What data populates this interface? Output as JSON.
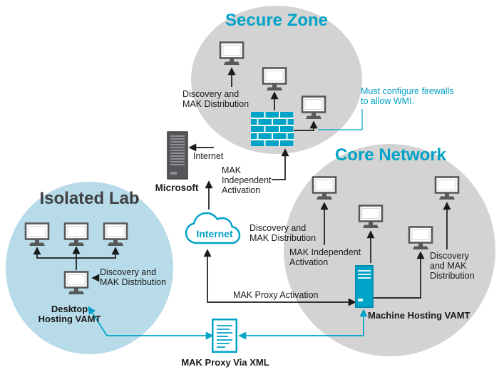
{
  "diagram": {
    "zones": {
      "secure": {
        "title": "Secure Zone"
      },
      "isolated": {
        "title": "Isolated Lab"
      },
      "core": {
        "title": "Core Network"
      }
    },
    "labels": {
      "secure_discovery": "Discovery and\nMAK Distribution",
      "wmi_note": "Must configure firewalls\nto allow WMI.",
      "internet_link": "Internet",
      "microsoft": "Microsoft",
      "mak_independent_center": "MAK\nIndependent\nActivation",
      "cloud_internet": "Internet",
      "core_discovery_left": "Discovery and\nMAK Distribution",
      "core_mak_independent": "MAK Independent\nActivation",
      "core_discovery_right": "Discovery\nand MAK\nDistribution",
      "machine_hosting_vamt": "Machine Hosting VAMT",
      "mak_proxy_activation": "MAK Proxy Activation",
      "isolated_discovery": "Discovery and\nMAK Distribution",
      "desktop_hosting_vamt": "Desktop\nHosting VAMT",
      "mak_proxy_via_xml": "MAK Proxy Via XML"
    },
    "colors": {
      "accent_cyan": "#00a3c8",
      "zone_gray": "#d3d3d3",
      "zone_blue": "#b8dbe9",
      "text_dark": "#1a1a1a",
      "server_gray": "#55565a"
    },
    "icons": {
      "computer": "desktop-monitor",
      "firewall": "brick-firewall",
      "microsoft_server": "server-tower",
      "vamt_server": "server-tower",
      "cloud": "internet-cloud",
      "xml_document": "document-with-lines"
    }
  }
}
